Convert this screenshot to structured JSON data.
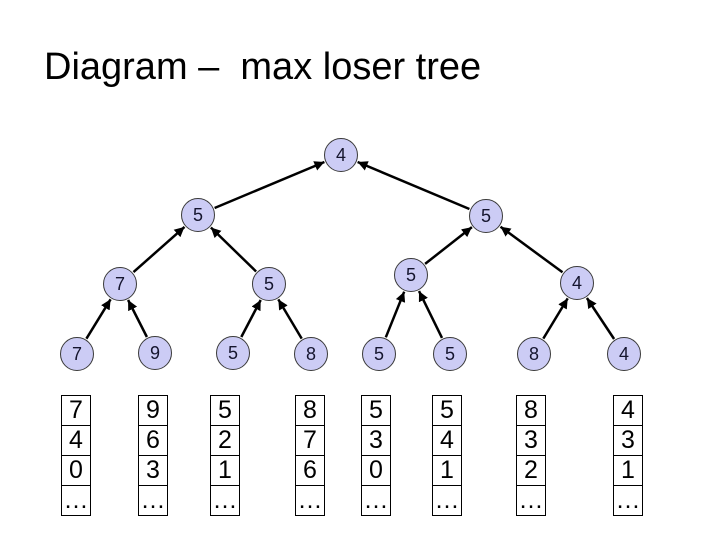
{
  "title": "Diagram –  max loser tree",
  "colors": {
    "background": "#ffffff",
    "text": "#000000",
    "node_fill": "#ccccf5",
    "node_border": "#3a3a3a",
    "arrow": "#000000"
  },
  "tree": {
    "root": "4",
    "level2": [
      "5",
      "5"
    ],
    "level3": [
      "7",
      "5",
      "5",
      "4"
    ],
    "leaves": [
      "7",
      "9",
      "5",
      "8",
      "5",
      "5",
      "8",
      "4"
    ]
  },
  "table": {
    "columns": [
      [
        "7",
        "4",
        "0",
        "…"
      ],
      [
        "9",
        "6",
        "3",
        "…"
      ],
      [
        "5",
        "2",
        "1",
        "…"
      ],
      [
        "8",
        "7",
        "6",
        "…"
      ],
      [
        "5",
        "3",
        "0",
        "…"
      ],
      [
        "5",
        "4",
        "1",
        "…"
      ],
      [
        "8",
        "3",
        "2",
        "…"
      ],
      [
        "4",
        "3",
        "1",
        "…"
      ]
    ]
  }
}
